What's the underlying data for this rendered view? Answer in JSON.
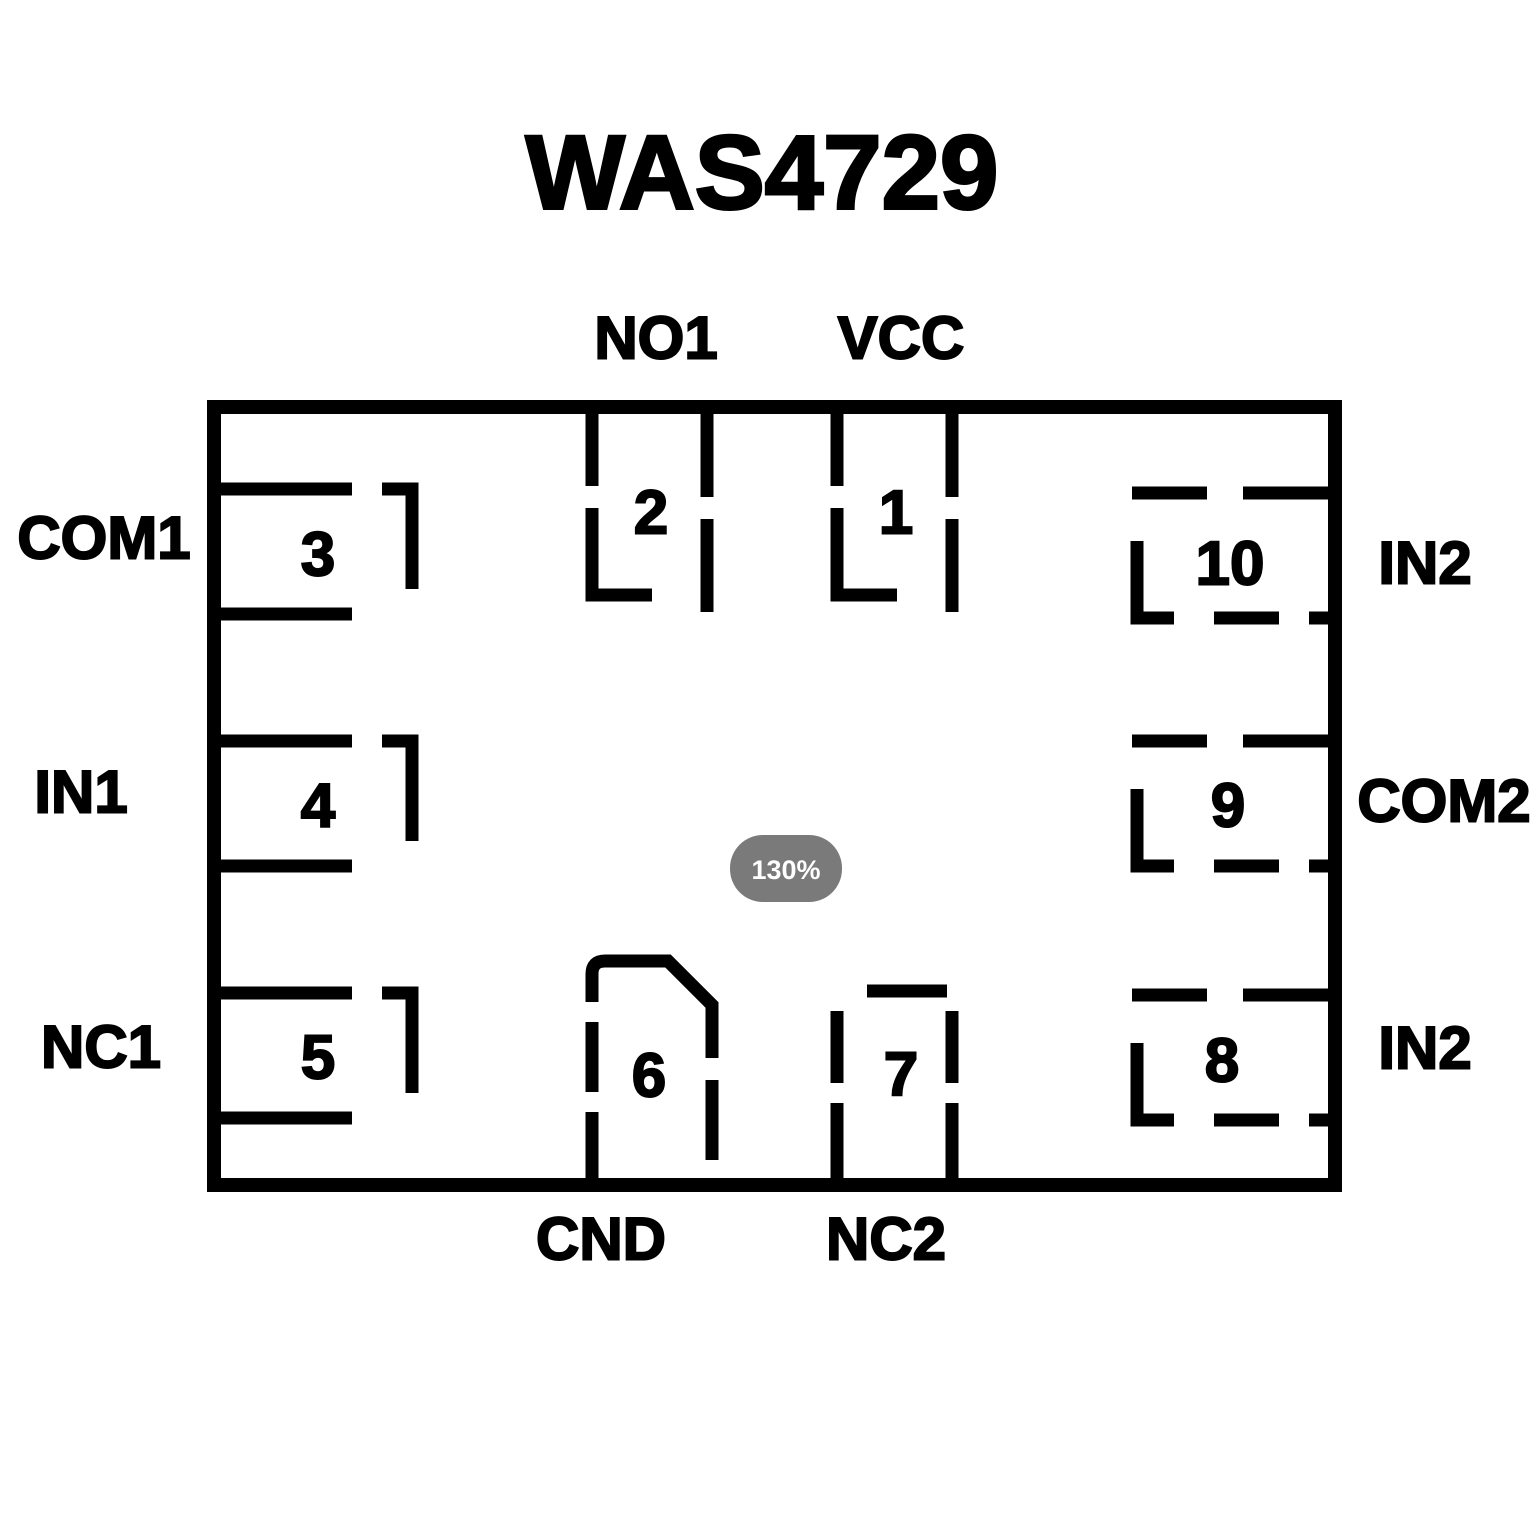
{
  "title": "WAS4729",
  "labels": {
    "no1": "NO1",
    "vcc": "VCC",
    "com1": "COM1",
    "in1": "IN1",
    "nc1": "NC1",
    "in2_top": "IN2",
    "com2": "COM2",
    "in2_bottom": "IN2",
    "cnd": "CND",
    "nc2": "NC2"
  },
  "pins": {
    "p1": "1",
    "p2": "2",
    "p3": "3",
    "p4": "4",
    "p5": "5",
    "p6": "6",
    "p7": "7",
    "p8": "8",
    "p9": "9",
    "p10": "10"
  },
  "badge": {
    "text": "130%"
  },
  "colors": {
    "line": "#000000",
    "text": "#000000",
    "badge": "#7a7a7a",
    "background": "#ffffff"
  }
}
